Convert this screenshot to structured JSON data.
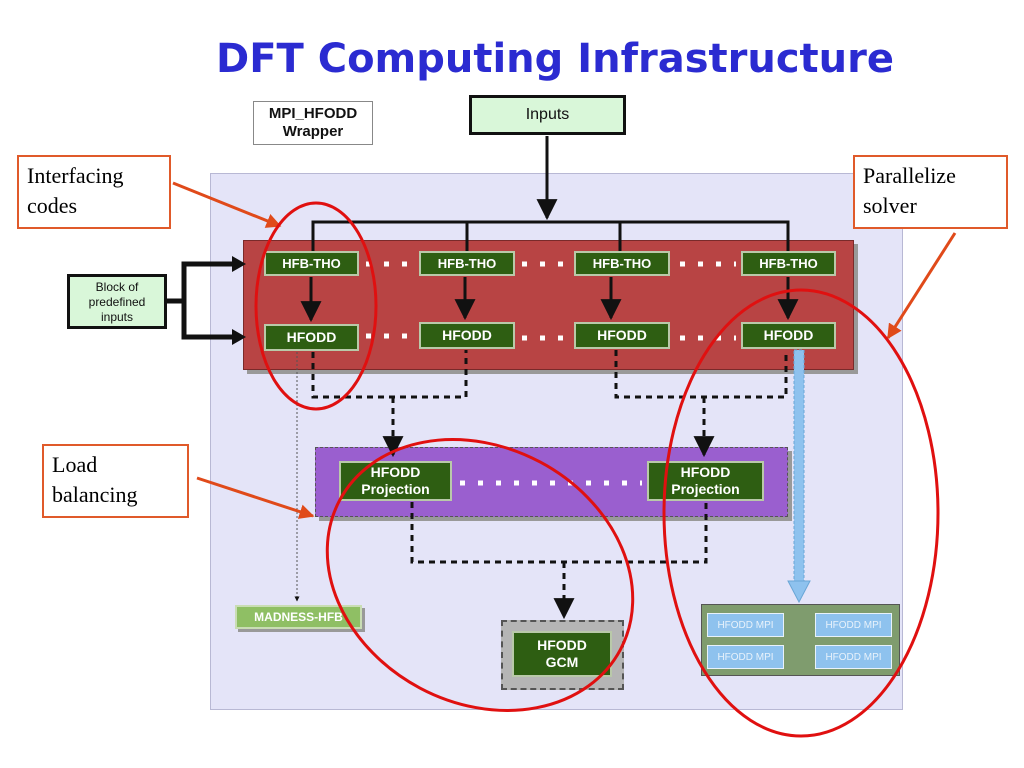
{
  "title": "DFT Computing Infrastructure",
  "inputs_label": "Inputs",
  "wrapper": {
    "line1": "MPI_HFODD",
    "line2": "Wrapper"
  },
  "block_inputs": {
    "line1": "Block of",
    "line2": "predefined",
    "line3": "inputs"
  },
  "callouts": {
    "interfacing": {
      "line1": "Interfacing",
      "line2": "codes"
    },
    "parallelize": {
      "line1": "Parallelize",
      "line2": "solver"
    },
    "load": {
      "line1": "Load",
      "line2": "balancing"
    }
  },
  "hfb_tho": [
    "HFB-THO",
    "HFB-THO",
    "HFB-THO",
    "HFB-THO"
  ],
  "hfodd": [
    "HFODD",
    "HFODD",
    "HFODD",
    "HFODD"
  ],
  "projection": [
    {
      "line1": "HFODD",
      "line2": "Projection"
    },
    {
      "line1": "HFODD",
      "line2": "Projection"
    }
  ],
  "gcm": {
    "line1": "HFODD",
    "line2": "GCM"
  },
  "madness": "MADNESS-HFB",
  "mpi_boxes": [
    "HFODD MPI",
    "HFODD MPI",
    "HFODD MPI",
    "HFODD MPI"
  ],
  "colors": {
    "title": "#2b2bd1",
    "green_box": "#2e5e12",
    "red_band": "#b84444",
    "purple_band": "#9a5fcf",
    "panel": "#e4e4f8",
    "callout_border": "#e05a2a",
    "ellipse": "#e01010",
    "light_blue": "#8ec2ee"
  }
}
